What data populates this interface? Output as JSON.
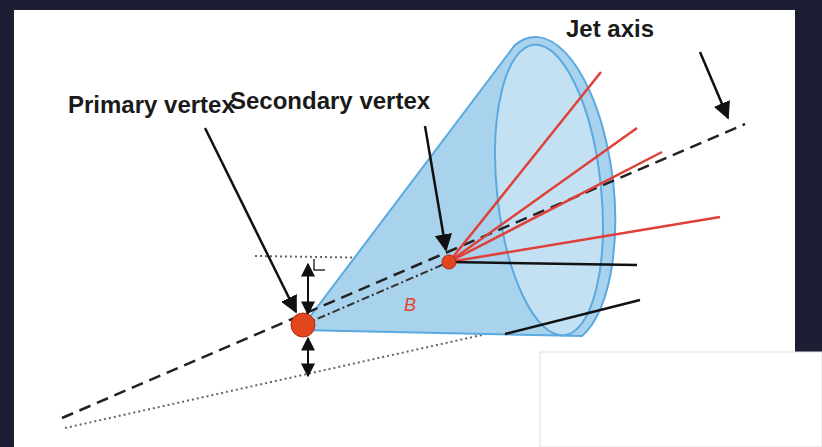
{
  "diagram": {
    "labels": [
      "Jet axis",
      "Secondary vertex",
      "Primary vertex",
      "B"
    ]
  }
}
